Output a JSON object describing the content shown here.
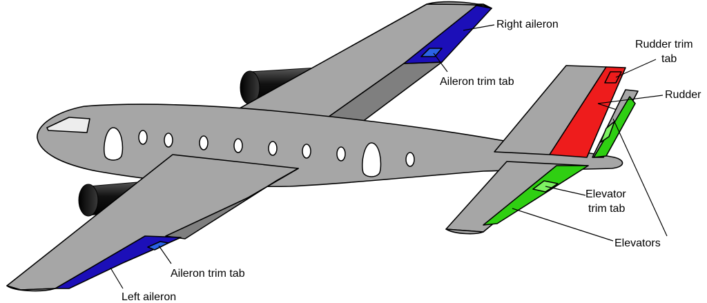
{
  "labels": {
    "right_aileron": "Right aileron",
    "aileron_trim_tab_top": "Aileron trim tab",
    "rudder_trim_tab_line1": "Rudder trim",
    "rudder_trim_tab_line2": "tab",
    "rudder": "Rudder",
    "elevator_trim_tab_line1": "Elevator",
    "elevator_trim_tab_line2": "trim tab",
    "elevators": "Elevators",
    "aileron_trim_tab_bottom": "Aileron trim tab",
    "left_aileron": "Left aileron"
  },
  "colors": {
    "fuselage": "#a6a6a6",
    "wing_shadow": "#7f7f7f",
    "aileron": "#1c0fb8",
    "aileron_trim": "#2b62e6",
    "rudder": "#ee1c1c",
    "elevator": "#2fcf12",
    "elevator_trim": "#7df262",
    "engine": "#111111",
    "window": "#ffffff",
    "cockpit": "#ededed"
  }
}
